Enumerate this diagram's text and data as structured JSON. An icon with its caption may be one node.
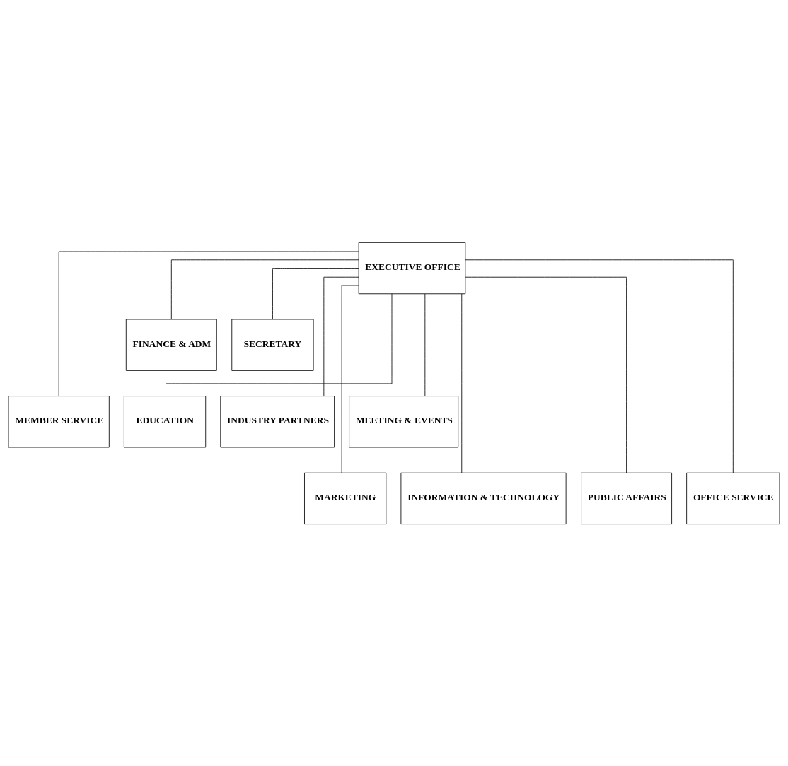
{
  "diagram": {
    "nodes": [
      {
        "text": [
          "EXECUTIVE OFFICE"
        ]
      },
      {
        "text": [
          "FINANCE & ADM"
        ]
      },
      {
        "text": [
          "SECRETARY"
        ]
      },
      {
        "text": [
          "MEMBER SERVICE"
        ]
      },
      {
        "text": [
          "EDUCATION"
        ]
      },
      {
        "text": [
          "INDUSTRY PARTNERS"
        ]
      },
      {
        "text": [
          "MEETING & EVENTS"
        ]
      },
      {
        "text": [
          "MARKETING"
        ]
      },
      {
        "text": [
          "INFORMATION & TECHNOLOGY"
        ]
      },
      {
        "text": [
          "PUBLIC AFFAIRS"
        ]
      },
      {
        "text": [
          "OFFICE SERVICE"
        ]
      }
    ],
    "edges": [
      {
        "from": 0,
        "to": 1,
        "arrow": "none"
      },
      {
        "from": 0,
        "to": 2,
        "arrow": "none"
      },
      {
        "from": 0,
        "to": 3,
        "arrow": "none"
      },
      {
        "from": 0,
        "to": 4,
        "arrow": "none"
      },
      {
        "from": 0,
        "to": 5,
        "arrow": "none"
      },
      {
        "from": 0,
        "to": 6,
        "arrow": "none"
      },
      {
        "from": 0,
        "to": 7,
        "arrow": "none"
      },
      {
        "from": 0,
        "to": 8,
        "arrow": "none"
      },
      {
        "from": 0,
        "to": 9,
        "arrow": "none"
      },
      {
        "from": 0,
        "to": 10,
        "arrow": "none"
      }
    ]
  }
}
